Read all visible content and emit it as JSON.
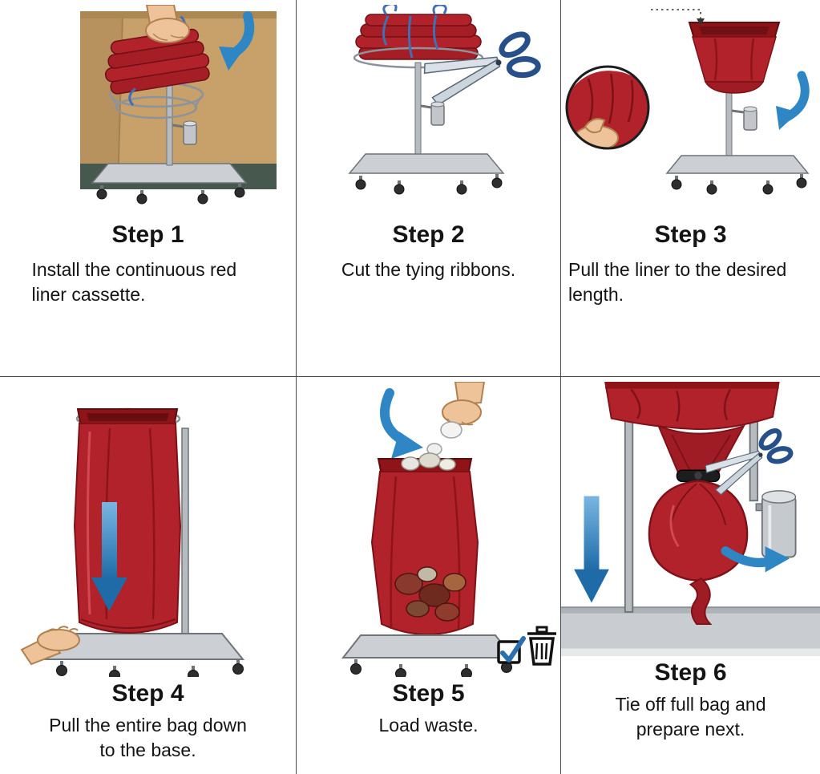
{
  "panels": [
    {
      "step_label": "Step 1",
      "caption": "Install the continuous red liner cassette."
    },
    {
      "step_label": "Step 2",
      "caption": "Cut the tying ribbons."
    },
    {
      "step_label": "Step 3",
      "caption": "Pull the liner to the desired length."
    },
    {
      "step_label": "Step 4",
      "caption": "Pull the entire bag down to the base."
    },
    {
      "step_label": "Step 5",
      "caption": "Load waste."
    },
    {
      "step_label": "Step 6",
      "caption": "Tie off full bag and prepare next."
    }
  ],
  "colors": {
    "liner_red": "#b2222b",
    "liner_red_dark": "#7c1117",
    "rim_red": "#8e1418",
    "arrow_blue": "#2f86c4",
    "ribbon_blue": "#3f6fb5",
    "scissor_handle_blue": "#27508a",
    "pole_gray": "#b6bbc0",
    "base_gray": "#ccd0d4",
    "cardboard_tan": "#c7a06a",
    "floor_green": "#47594f",
    "skin_tone": "#eec39a",
    "check_blue": "#2b6fae",
    "icon_black": "#111111"
  },
  "icons": {
    "scissors": "cut ribbons / cut bag",
    "arrow": "direction of motion",
    "checkmark": "correct usage",
    "trash_can": "waste disposal",
    "hand": "user action"
  }
}
